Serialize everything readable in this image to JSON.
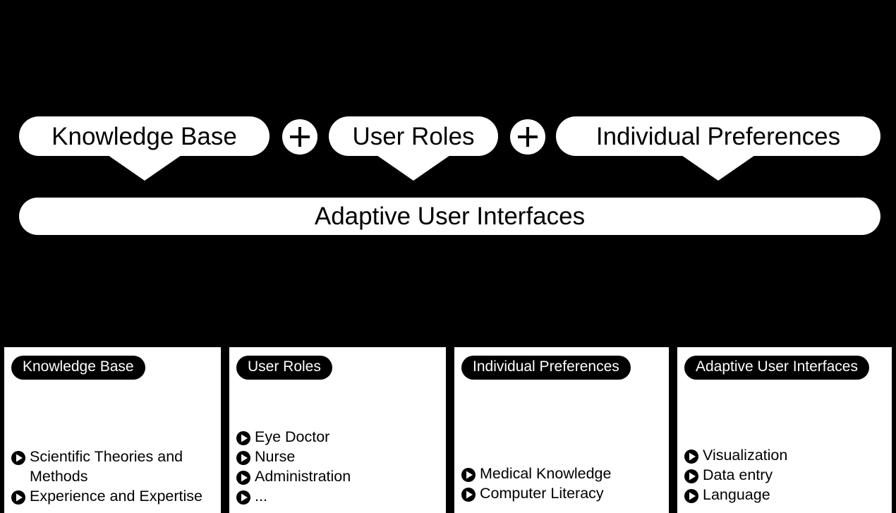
{
  "diagram": {
    "background_color": "#000000",
    "foreground_color": "#ffffff",
    "top_row": {
      "items": [
        {
          "label": "Knowledge Base"
        },
        {
          "label": "User Roles"
        },
        {
          "label": "Individual Preferences"
        }
      ],
      "operators": [
        {
          "symbol": "+",
          "name": "plus"
        },
        {
          "symbol": "+",
          "name": "plus"
        }
      ]
    },
    "result_bar": {
      "label": "Adaptive User Interfaces"
    },
    "panels": [
      {
        "title": "Knowledge Base",
        "bullet_icon": "play-circle-icon",
        "items": [
          "Scientific Theories and Methods",
          "Experience and Expertise"
        ]
      },
      {
        "title": "User Roles",
        "bullet_icon": "play-circle-icon",
        "items": [
          "Eye Doctor",
          "Nurse",
          "Administration",
          "..."
        ]
      },
      {
        "title": "Individual Preferences",
        "bullet_icon": "play-circle-icon",
        "items": [
          "Medical Knowledge",
          "Computer Literacy"
        ]
      },
      {
        "title": "Adaptive User Interfaces",
        "bullet_icon": "play-circle-icon",
        "items": [
          "Visualization",
          "Data entry",
          "Language"
        ]
      }
    ]
  }
}
